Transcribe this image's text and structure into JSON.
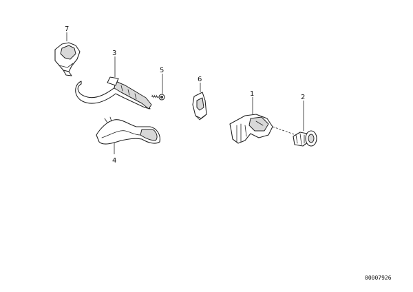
{
  "diagram": {
    "callouts": [
      {
        "id": "7",
        "label": "7"
      },
      {
        "id": "3",
        "label": "3"
      },
      {
        "id": "5",
        "label": "5"
      },
      {
        "id": "6",
        "label": "6"
      },
      {
        "id": "1",
        "label": "1"
      },
      {
        "id": "2",
        "label": "2"
      },
      {
        "id": "4",
        "label": "4"
      }
    ],
    "reference_number": "00007926"
  }
}
